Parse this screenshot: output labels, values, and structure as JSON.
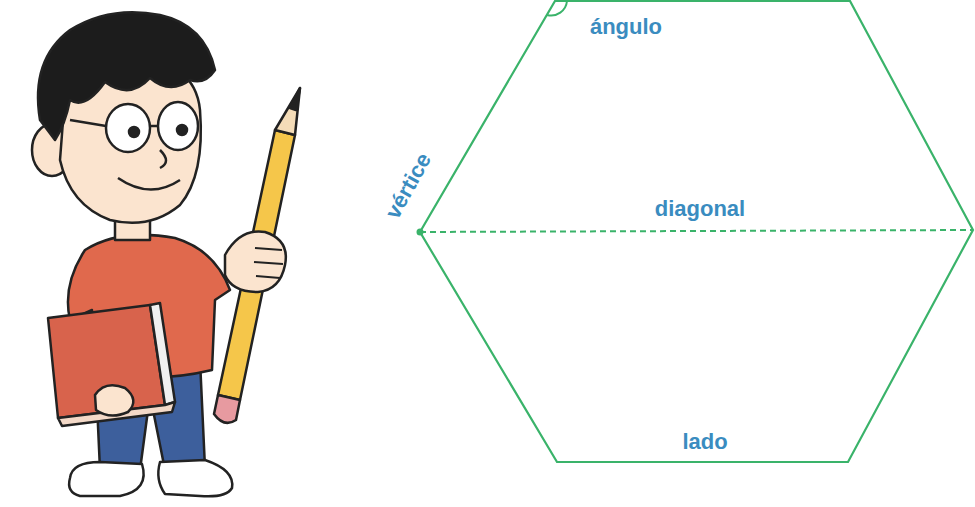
{
  "diagram": {
    "labels": [
      "ángulo",
      "vértice",
      "diagonal",
      "lado"
    ]
  }
}
